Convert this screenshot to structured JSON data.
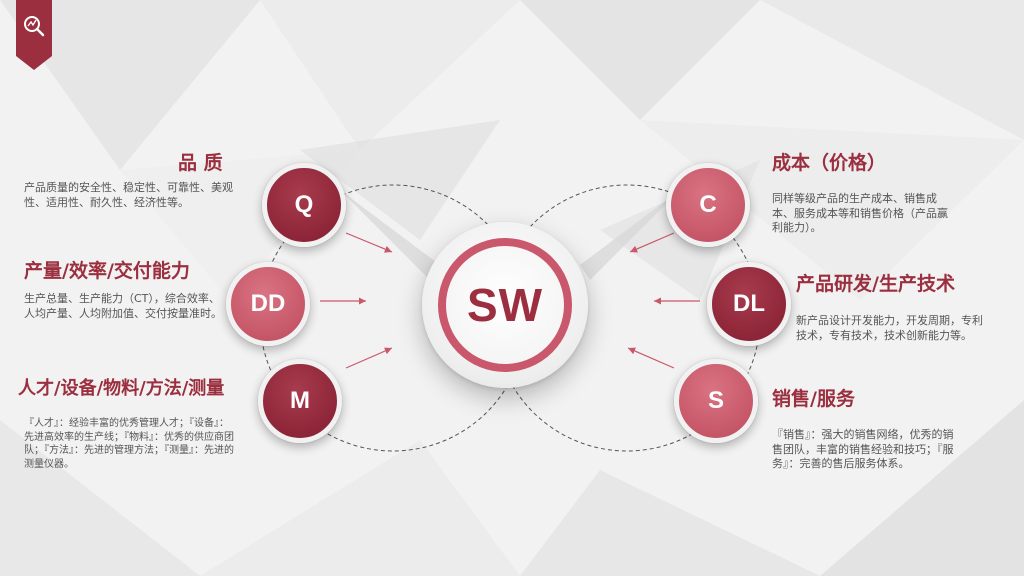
{
  "center": {
    "label": "SW"
  },
  "colors": {
    "dark": "#8d2638",
    "light": "#c65768",
    "title": "#9b2f3f",
    "ring": "#c9586c"
  },
  "header": {
    "icon": "search-chart-icon"
  },
  "left": [
    {
      "node": "Q",
      "title": "品 质",
      "desc": "产品质量的安全性、稳定性、可靠性、美观性、适用性、耐久性、经济性等。"
    },
    {
      "node": "DD",
      "title": "产量/效率/交付能力",
      "desc": "生产总量、生产能力（CT），综合效率、人均产量、人均附加值、交付按量准时。"
    },
    {
      "node": "M",
      "title": "人才/设备/物料/方法/测量",
      "desc": "『人才』：经验丰富的优秀管理人才；『设备』：先进高效率的生产线；『物料』：优秀的供应商团队；『方法』：先进的管理方法；『测量』：先进的测量仪器。"
    }
  ],
  "right": [
    {
      "node": "C",
      "title": "成本（价格）",
      "desc": "同样等级产品的生产成本、销售成本、服务成本等和销售价格（产品赢利能力）。"
    },
    {
      "node": "DL",
      "title": "产品研发/生产技术",
      "desc": "新产品设计开发能力，开发周期，专利技术，专有技术，技术创新能力等。"
    },
    {
      "node": "S",
      "title": "销售/服务",
      "desc": "『销售』：强大的销售网络，优秀的销售团队，丰富的销售经验和技巧；『服务』：完善的售后服务体系。"
    }
  ]
}
